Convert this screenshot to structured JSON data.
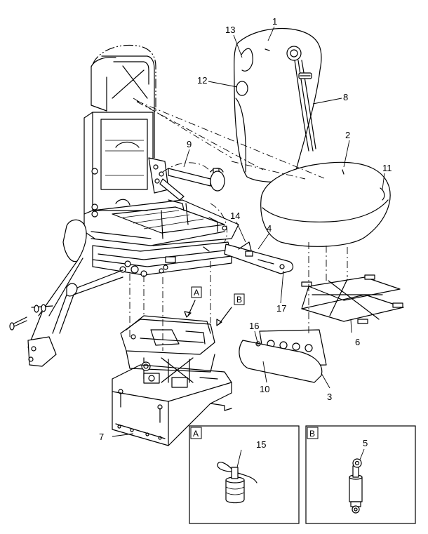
{
  "callouts": {
    "c1": "1",
    "c2": "2",
    "c3": "3",
    "c4": "4",
    "c5": "5",
    "c6": "6",
    "c7": "7",
    "c8": "8",
    "c9": "9",
    "c10": "10",
    "c11": "11",
    "c12": "12",
    "c13": "13",
    "c14": "14",
    "c15": "15",
    "c16": "16",
    "c17": "17"
  },
  "views": {
    "a": "A",
    "b": "B"
  }
}
